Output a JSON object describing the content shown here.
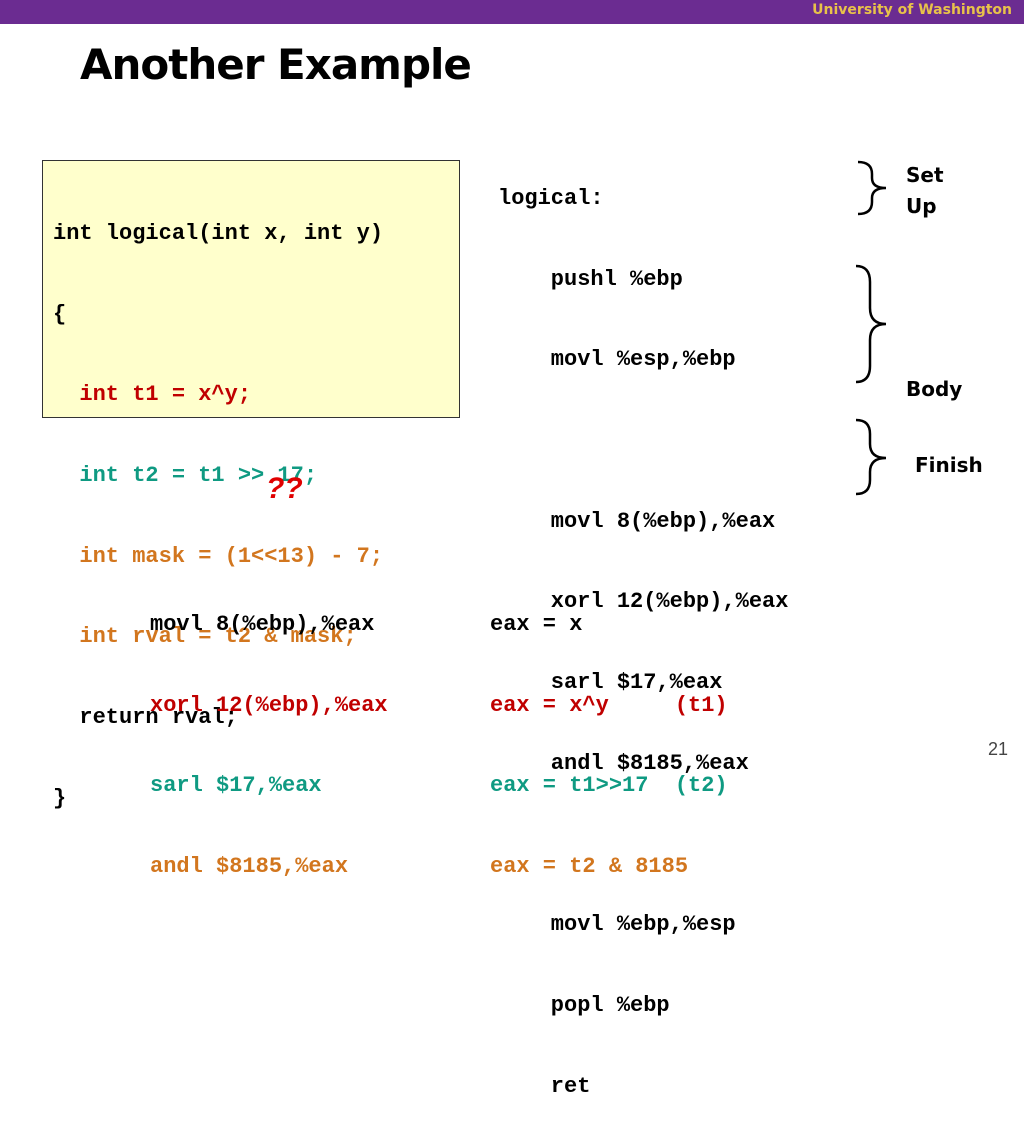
{
  "header": {
    "org": "University of Washington"
  },
  "title": "Another Example",
  "c_code": [
    {
      "text": "int logical(int x, int y)",
      "color": "black"
    },
    {
      "text": "{",
      "color": "black"
    },
    {
      "text": "  int t1 = x^y;",
      "color": "red"
    },
    {
      "text": "  int t2 = t1 >> 17;",
      "color": "green"
    },
    {
      "text": "  int mask = (1<<13) - 7;",
      "color": "orange"
    },
    {
      "text": "  int rval = t2 & mask;",
      "color": "orange"
    },
    {
      "text": "  return rval;",
      "color": "black"
    },
    {
      "text": "}",
      "color": "black"
    }
  ],
  "asm_code": [
    "logical:",
    "    pushl %ebp",
    "    movl %esp,%ebp",
    "",
    "    movl 8(%ebp),%eax",
    "    xorl 12(%ebp),%eax",
    "    sarl $17,%eax",
    "    andl $8185,%eax",
    "",
    "    movl %ebp,%esp",
    "    popl %ebp",
    "    ret"
  ],
  "labels": {
    "setup_line1": "Set",
    "setup_line2": "Up",
    "body": "Body",
    "finish": "Finish"
  },
  "question": "??",
  "bottom_asm": [
    {
      "text": "movl 8(%ebp),%eax",
      "color": "black"
    },
    {
      "text": "xorl 12(%ebp),%eax",
      "color": "red"
    },
    {
      "text": "sarl $17,%eax",
      "color": "green"
    },
    {
      "text": "andl $8185,%eax",
      "color": "orange"
    }
  ],
  "bottom_meaning": [
    {
      "text": "eax = x",
      "color": "black"
    },
    {
      "text": "eax = x^y     (t1)",
      "color": "red"
    },
    {
      "text": "eax = t1>>17  (t2)",
      "color": "green"
    },
    {
      "text": "eax = t2 & 8185",
      "color": "orange"
    }
  ],
  "slide_number": "21",
  "colors": {
    "header_bar": "#6b2c91",
    "org_text": "#e8c24a",
    "code_box_bg": "#ffffcc",
    "red": "#c00000",
    "green": "#0f9a82",
    "orange": "#d2761e",
    "question": "#e00000"
  }
}
